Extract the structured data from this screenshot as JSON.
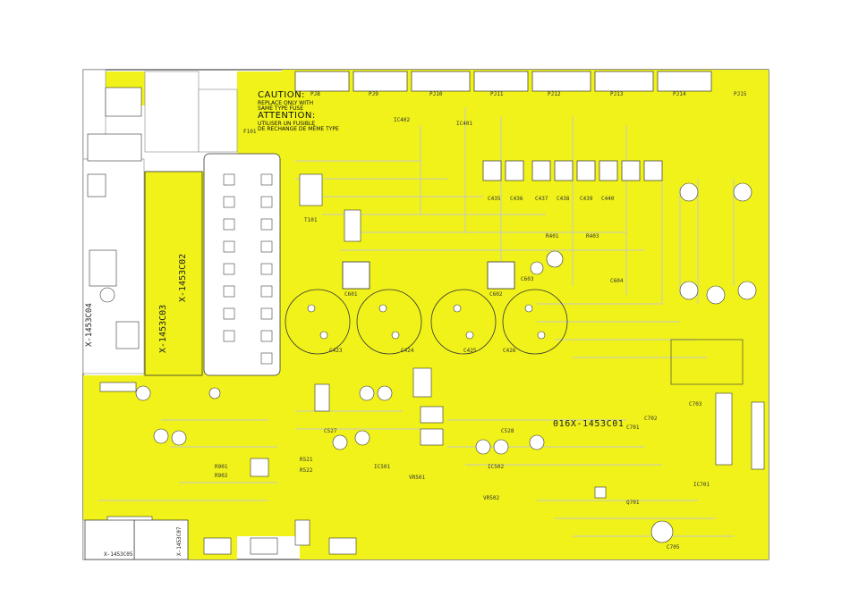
{
  "board": {
    "main_label": "016X-1453C01",
    "sub_labels": [
      "X-1453C02",
      "X-1453C03",
      "X-1453C04",
      "X-1453C07",
      "X-1453C05"
    ]
  },
  "caution": {
    "title": "CAUTION:",
    "line1": "REPLACE ONLY WITH",
    "line2": "SAME TYPE FUSE",
    "attention": "ATTENTION:",
    "line3": "UTILISER UN FUSIBLE",
    "line4": "DE RECHANGE DE MÊME TYPE"
  },
  "refs": [
    "PJ8",
    "PJ9",
    "PJ10",
    "PJ11",
    "PJ12",
    "PJ13",
    "PJ14",
    "PJ15",
    "IC401",
    "IC402",
    "C435",
    "C436",
    "C437",
    "C438",
    "C439",
    "C440",
    "R401",
    "R403",
    "C423",
    "C424",
    "C425",
    "C426",
    "C601",
    "C602",
    "C603",
    "C604",
    "IC501",
    "IC502",
    "R521",
    "R522",
    "C527",
    "C528",
    "VR501",
    "VR502",
    "C701",
    "C702",
    "C703",
    "IC701",
    "Q701",
    "C705",
    "R901",
    "R902",
    "F101",
    "T101"
  ],
  "colors": {
    "pcb": "#f0f21a",
    "silkscreen": "#c8c8c8",
    "outline": "#222222"
  }
}
